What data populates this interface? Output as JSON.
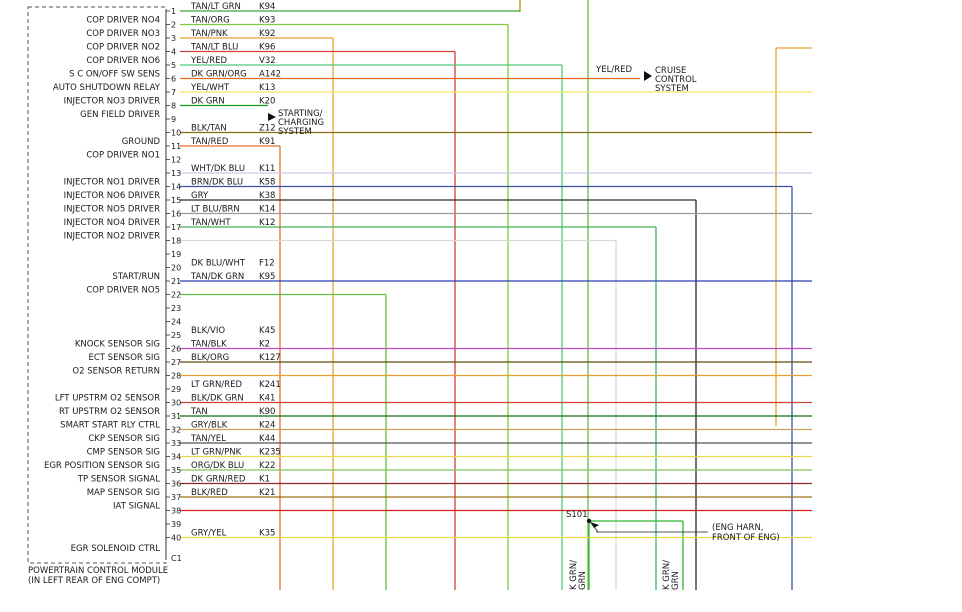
{
  "module": {
    "name_line1": "POWERTRAIN CONTROL MODULE",
    "name_line2": "(IN LEFT REAR OF ENG COMPT)",
    "connector_id": "C1"
  },
  "pins": [
    {
      "pin": "1",
      "func": "",
      "color": "TAN/LT GRN",
      "circuit": "K94",
      "wire": "#3aa83a"
    },
    {
      "pin": "2",
      "func": "COP DRIVER NO4",
      "color": "TAN/ORG",
      "circuit": "K93",
      "wire": "#7ccd3a"
    },
    {
      "pin": "3",
      "func": "COP DRIVER NO3",
      "color": "TAN/PNK",
      "circuit": "K92",
      "wire": "#e8a030"
    },
    {
      "pin": "4",
      "func": "COP DRIVER NO2",
      "color": "TAN/LT BLU",
      "circuit": "K96",
      "wire": "#d0413a"
    },
    {
      "pin": "5",
      "func": "COP DRIVER NO6",
      "color": "YEL/RED",
      "circuit": "V32",
      "wire": "#4fc97a"
    },
    {
      "pin": "6",
      "func": "S C ON/OFF SW SENS",
      "color": "DK GRN/ORG",
      "circuit": "A142",
      "wire": "#e06a20"
    },
    {
      "pin": "7",
      "func": "AUTO SHUTDOWN RELAY",
      "color": "YEL/WHT",
      "circuit": "K13",
      "wire": "#f0e868"
    },
    {
      "pin": "8",
      "func": "INJECTOR NO3 DRIVER",
      "color": "DK GRN",
      "circuit": "K20",
      "wire": "#16a016"
    },
    {
      "pin": "9",
      "func": "GEN FIELD DRIVER",
      "color": "",
      "circuit": "",
      "wire": ""
    },
    {
      "pin": "10",
      "func": "",
      "color": "BLK/TAN",
      "circuit": "Z12",
      "wire": "#8a6a14"
    },
    {
      "pin": "11",
      "func": "GROUND",
      "color": "TAN/RED",
      "circuit": "K91",
      "wire": "#e0702a"
    },
    {
      "pin": "12",
      "func": "COP DRIVER NO1",
      "color": "",
      "circuit": "",
      "wire": ""
    },
    {
      "pin": "13",
      "func": "",
      "color": "WHT/DK BLU",
      "circuit": "K11",
      "wire": "#c9c9e8"
    },
    {
      "pin": "14",
      "func": "INJECTOR NO1 DRIVER",
      "color": "BRN/DK BLU",
      "circuit": "K58",
      "wire": "#3a4fa8"
    },
    {
      "pin": "15",
      "func": "INJECTOR NO6 DRIVER",
      "color": "GRY",
      "circuit": "K38",
      "wire": "#2a2a2a"
    },
    {
      "pin": "16",
      "func": "INJECTOR NO5 DRIVER",
      "color": "LT BLU/BRN",
      "circuit": "K14",
      "wire": "#9a9a9a"
    },
    {
      "pin": "17",
      "func": "INJECTOR NO4 DRIVER",
      "color": "TAN/WHT",
      "circuit": "K12",
      "wire": "#43b05a"
    },
    {
      "pin": "18",
      "func": "INJECTOR NO2 DRIVER",
      "color": "",
      "circuit": "",
      "wire": "#d8d8d8"
    },
    {
      "pin": "19",
      "func": "",
      "color": "",
      "circuit": "",
      "wire": ""
    },
    {
      "pin": "20",
      "func": "",
      "color": "DK BLU/WHT",
      "circuit": "F12",
      "wire": ""
    },
    {
      "pin": "21",
      "func": "START/RUN",
      "color": "TAN/DK GRN",
      "circuit": "K95",
      "wire": "#2a3fb0"
    },
    {
      "pin": "22",
      "func": "COP DRIVER NO5",
      "color": "",
      "circuit": "",
      "wire": "#62c040"
    },
    {
      "pin": "23",
      "func": "",
      "color": "",
      "circuit": "",
      "wire": ""
    },
    {
      "pin": "24",
      "func": "",
      "color": "",
      "circuit": "",
      "wire": ""
    },
    {
      "pin": "25",
      "func": "",
      "color": "BLK/VIO",
      "circuit": "K45",
      "wire": ""
    },
    {
      "pin": "26",
      "func": "KNOCK SENSOR SIG",
      "color": "TAN/BLK",
      "circuit": "K2",
      "wire": "#c04cc4"
    },
    {
      "pin": "27",
      "func": "ECT SENSOR SIG",
      "color": "BLK/ORG",
      "circuit": "K127",
      "wire": "#5a4a12"
    },
    {
      "pin": "28",
      "func": "O2 SENSOR RETURN",
      "color": "",
      "circuit": "",
      "wire": "#e8a030"
    },
    {
      "pin": "29",
      "func": "",
      "color": "LT GRN/RED",
      "circuit": "K241",
      "wire": ""
    },
    {
      "pin": "30",
      "func": "LFT UPSTRM O2 SENSOR",
      "color": "BLK/DK GRN",
      "circuit": "K41",
      "wire": "#d0413a"
    },
    {
      "pin": "31",
      "func": "RT UPSTRM O2 SENSOR",
      "color": "TAN",
      "circuit": "K90",
      "wire": "#136e13"
    },
    {
      "pin": "32",
      "func": "SMART START RLY CTRL",
      "color": "GRY/BLK",
      "circuit": "K24",
      "wire": "#c9a25a"
    },
    {
      "pin": "33",
      "func": "CKP SENSOR SIG",
      "color": "TAN/YEL",
      "circuit": "K44",
      "wire": "#555555"
    },
    {
      "pin": "34",
      "func": "CMP SENSOR SIG",
      "color": "LT GRN/PNK",
      "circuit": "K235",
      "wire": "#e8d84a"
    },
    {
      "pin": "35",
      "func": "EGR POSITION SENSOR SIG",
      "color": "ORG/DK BLU",
      "circuit": "K22",
      "wire": "#82c25a"
    },
    {
      "pin": "36",
      "func": "TP SENSOR SIGNAL",
      "color": "DK GRN/RED",
      "circuit": "K1",
      "wire": "#8a2a2a"
    },
    {
      "pin": "37",
      "func": "MAP SENSOR SIG",
      "color": "BLK/RED",
      "circuit": "K21",
      "wire": "#a0701a"
    },
    {
      "pin": "38",
      "func": "IAT SIGNAL",
      "color": "",
      "circuit": "",
      "wire": "#d42020"
    },
    {
      "pin": "39",
      "func": "",
      "color": "",
      "circuit": "",
      "wire": ""
    },
    {
      "pin": "40",
      "func": "",
      "color": "GRY/YEL",
      "circuit": "K35",
      "wire": "#e8d84a"
    }
  ],
  "extra_func_labels": [
    "EGR SOLENOID CTRL"
  ],
  "destinations": {
    "cruise_wire": "YEL/RED",
    "cruise_line1": "CRUISE",
    "cruise_line2": "CONTROL",
    "cruise_line3": "SYSTEM",
    "charging_line1": "STARTING/",
    "charging_line2": "CHARGING",
    "charging_line3": "SYSTEM"
  },
  "splice": {
    "id": "S101",
    "note_line1": "(ENG HARN,",
    "note_line2": "FRONT OF ENG)"
  },
  "bottom_wire_labels": [
    {
      "top": "K GRN/",
      "bottom": "GRN"
    },
    {
      "top": "K GRN/",
      "bottom": "GRN"
    }
  ]
}
